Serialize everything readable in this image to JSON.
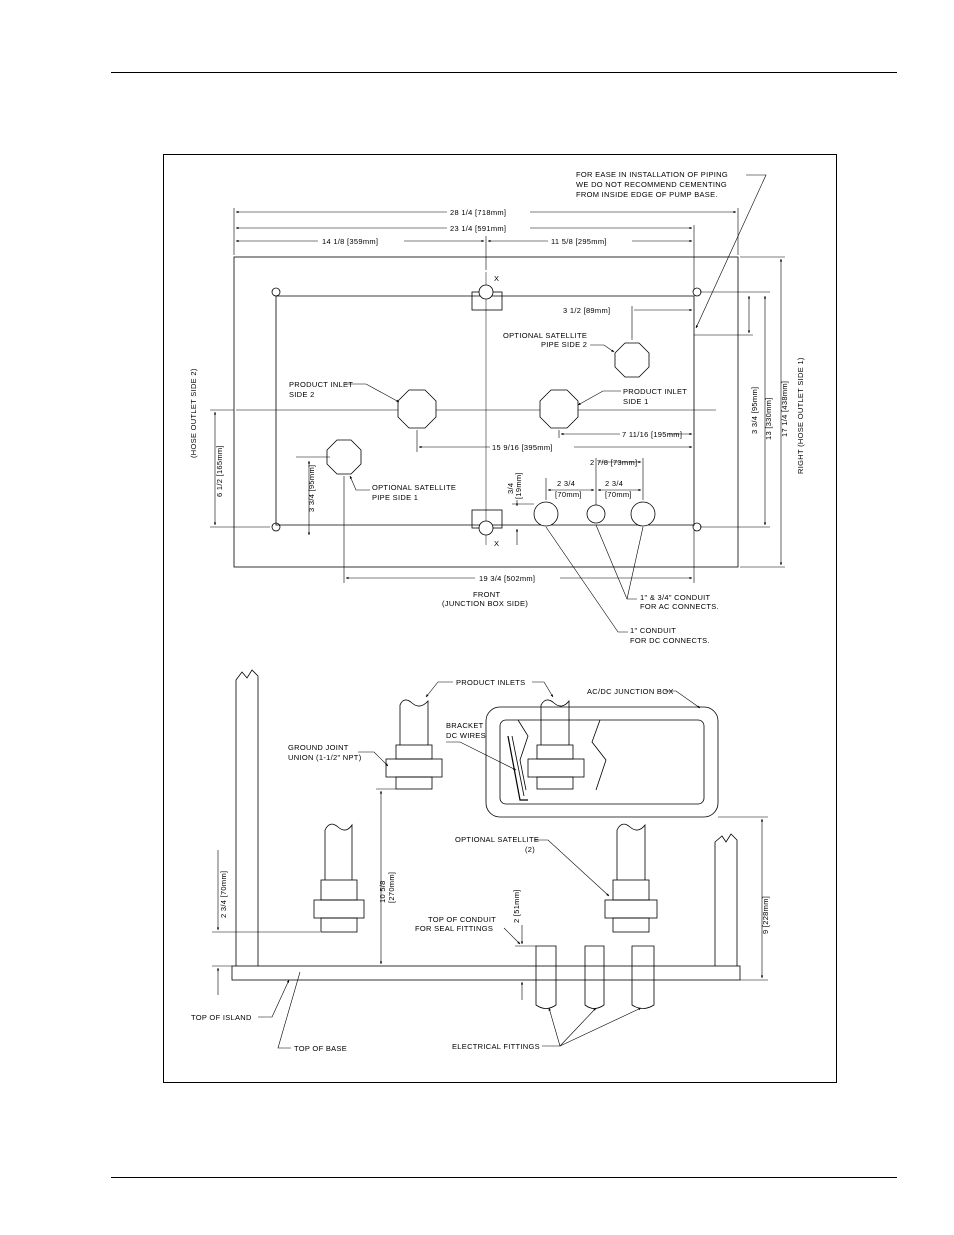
{
  "labels": {
    "note_piping_1": "FOR EASE IN INSTALLATION OF PIPING",
    "note_piping_2": "WE DO NOT RECOMMEND CEMENTING",
    "note_piping_3": "FROM INSIDE EDGE OF PUMP BASE.",
    "dim_overall": "28 1/4 [718mm]",
    "dim_23": "23 1/4 [591mm]",
    "dim_14": "14 1/8 [359mm]",
    "dim_11": "11 5/8 [295mm]",
    "dim_3_1_2": "3 1/2 [89mm]",
    "opt_sat_side2_1": "OPTIONAL SATELLITE",
    "opt_sat_side2_2": "PIPE SIDE 2",
    "product_inlet_side2_1": "PRODUCT INLET",
    "product_inlet_side2_2": "SIDE 2",
    "product_inlet_side1_1": "PRODUCT INLET",
    "product_inlet_side1_2": "SIDE 1",
    "dim_7_11": "7 11/16 [195mm]",
    "dim_15_9": "15 9/16 [395mm]",
    "dim_2_7_8": "2 7/8 [73mm]",
    "dim_3_4": "3/4",
    "dim_3_4_mm": "[19mm]",
    "dim_2_3_4_a": "2 3/4",
    "dim_2_3_4_a_mm": "[70mm]",
    "dim_2_3_4_b": "2 3/4",
    "dim_2_3_4_b_mm": "[70mm]",
    "opt_sat_side1_1": "OPTIONAL SATELLITE",
    "opt_sat_side1_2": "PIPE SIDE 1",
    "dim_3_3_4_left": "3 3/4 [95mm]",
    "dim_6_1_2": "6 1/2 [165mm]",
    "hose_outlet_side2": "(HOSE OUTLET SIDE 2)",
    "dim_3_3_4_right": "3 3/4 [95mm]",
    "dim_13": "13 [330mm]",
    "dim_17": "17 1/4 [438mm]",
    "right_hose_outlet": "RIGHT (HOSE OUTLET SIDE 1)",
    "dim_19": "19 3/4 [502mm]",
    "front_1": "FRONT",
    "front_2": "(JUNCTION BOX SIDE)",
    "conduit_ac_1": "1\" & 3/4\" CONDUIT",
    "conduit_ac_2": "FOR AC CONNECTS.",
    "conduit_dc_1": "1\" CONDUIT",
    "conduit_dc_2": "FOR DC CONNECTS.",
    "x_top": "X",
    "x_bottom": "X",
    "product_inlets": "PRODUCT INLETS",
    "junction_box": "AC/DC JUNCTION BOX",
    "bracket_1": "BRACKET",
    "bracket_2": "DC WIRES",
    "ground_joint_1": "GROUND JOINT",
    "ground_joint_2": "UNION (1-1/2\" NPT)",
    "dim_10_5_8": "10 5/8",
    "dim_10_5_8_mm": "[270mm]",
    "optional_satellite_1": "OPTIONAL SATELLITE",
    "optional_satellite_2": "(2)",
    "dim_2_3_4_side": "2 3/4 [70mm]",
    "dim_2_51": "2 [51mm]",
    "top_conduit_1": "TOP OF CONDUIT",
    "top_conduit_2": "FOR SEAL FITTINGS",
    "dim_9": "9 [228mm]",
    "top_of_island": "TOP OF ISLAND",
    "top_of_base": "TOP OF BASE",
    "electrical_fittings": "ELECTRICAL FITTINGS"
  }
}
